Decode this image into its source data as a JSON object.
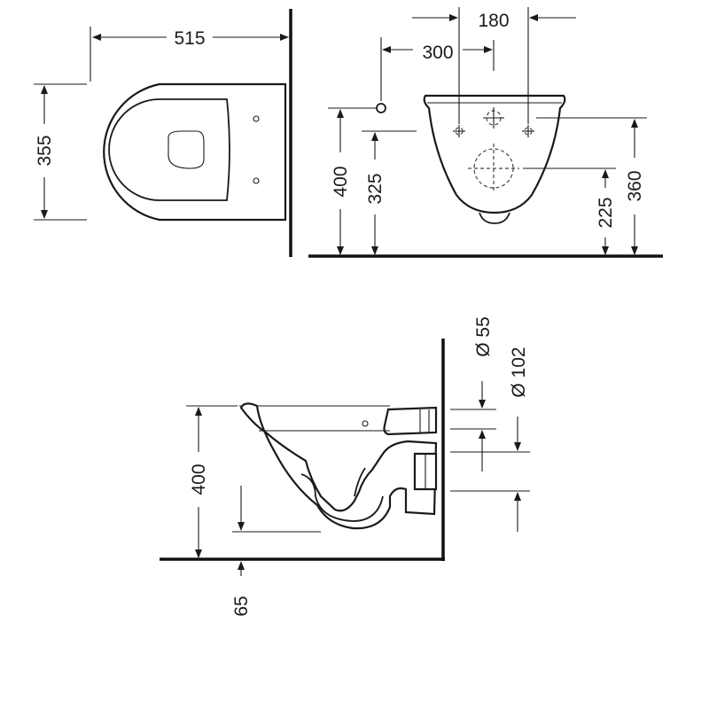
{
  "top_view": {
    "width_label": "515",
    "depth_label": "355"
  },
  "front_view": {
    "bolt_spacing_label": "180",
    "outlet_offset_label": "300",
    "inlet_height_label": "400",
    "fixing_height_label": "325",
    "outlet_height_label": "225",
    "total_height_label": "360"
  },
  "side_view": {
    "inlet_diameter_label": "Ø 55",
    "outlet_diameter_label": "Ø 102",
    "rim_height_label": "400",
    "floor_offset_label": "65"
  }
}
